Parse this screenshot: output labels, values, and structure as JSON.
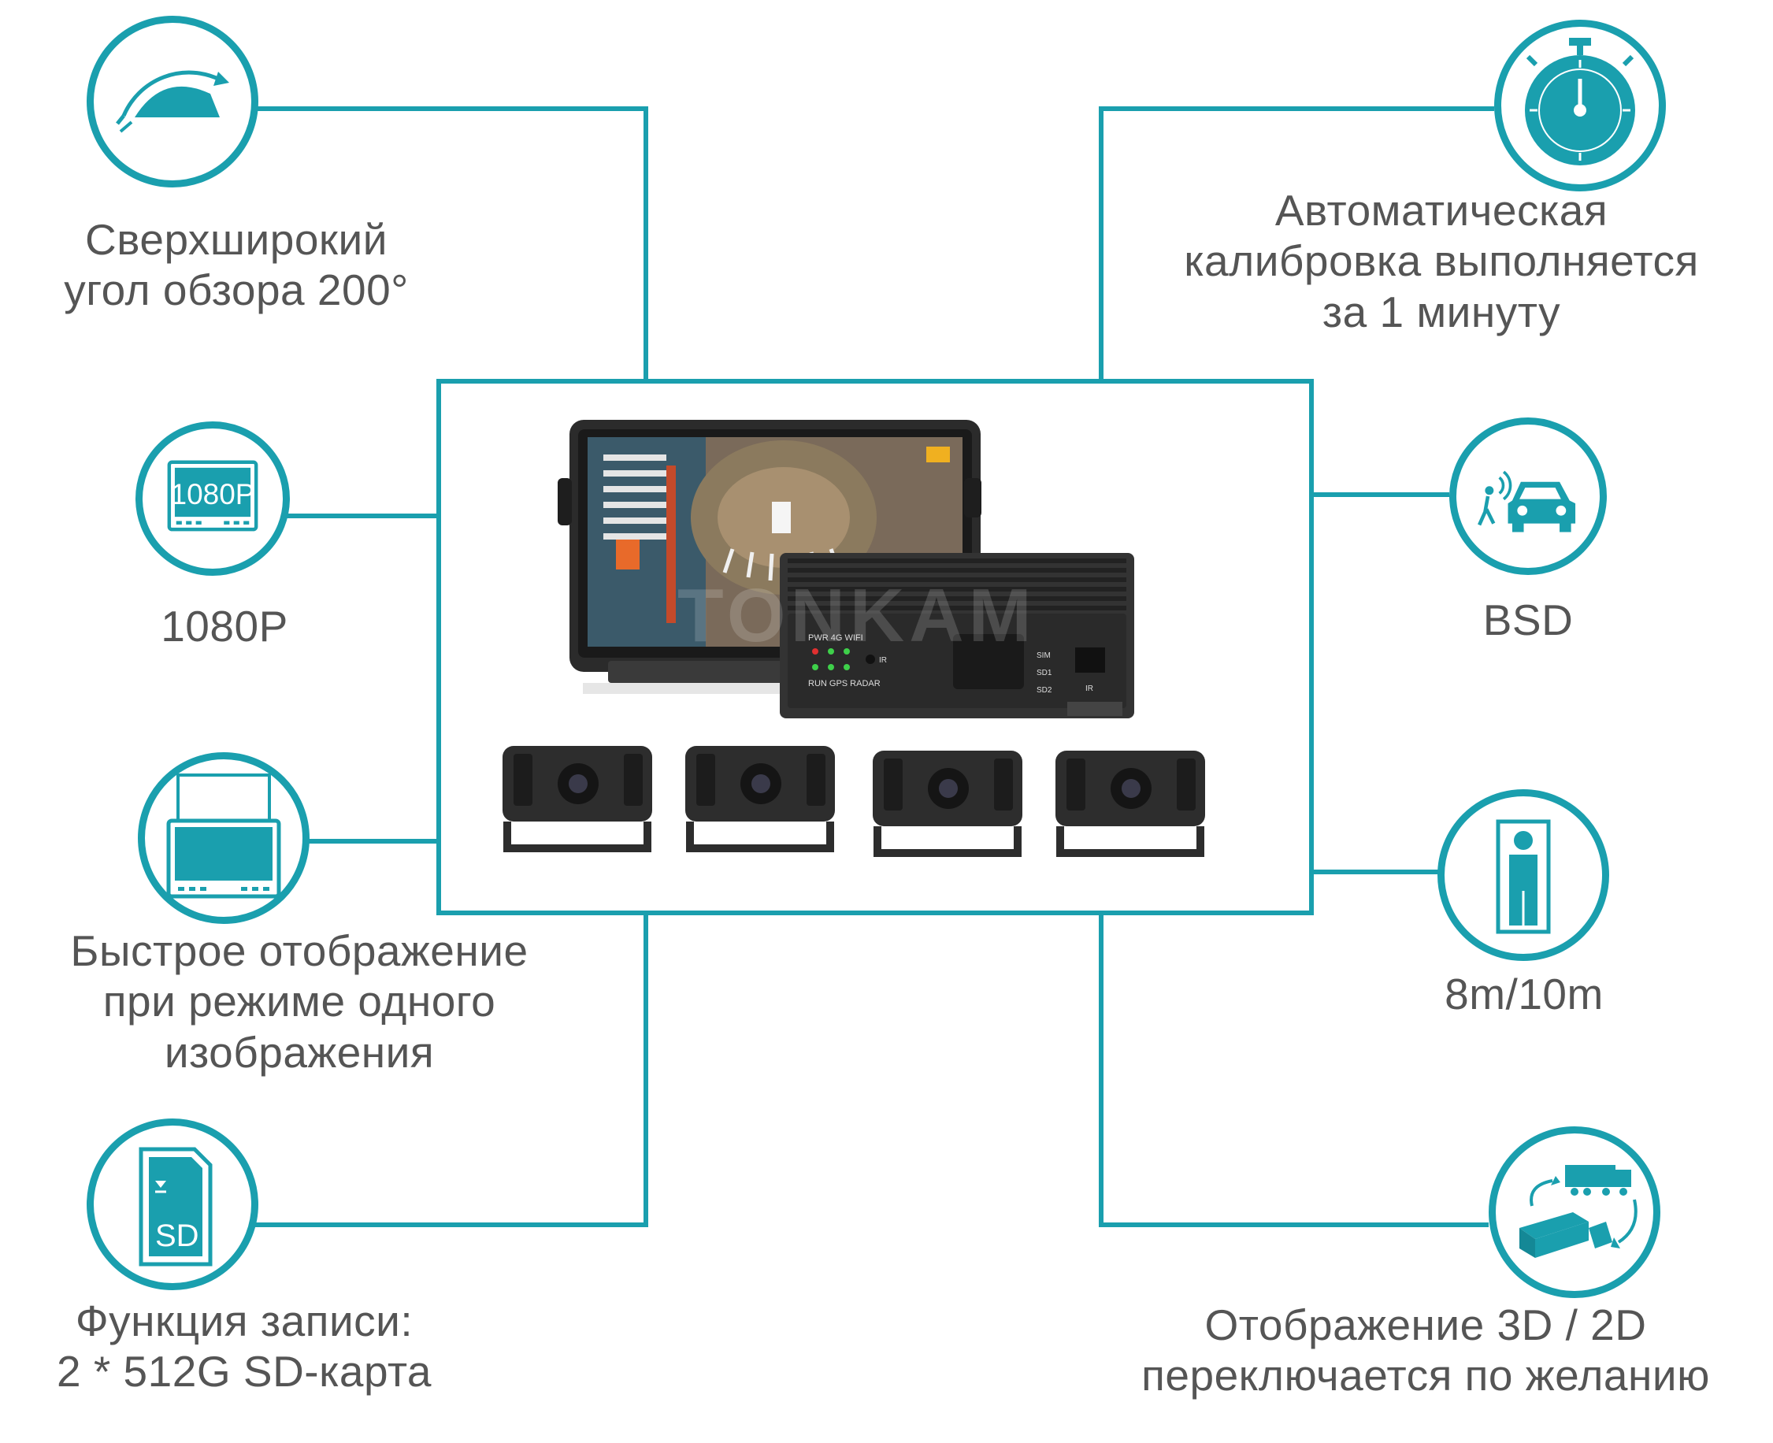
{
  "colors": {
    "accent": "#1a9fae",
    "text": "#555555"
  },
  "features": {
    "left": [
      {
        "icon": "wide-angle-icon",
        "lines": [
          "Сверхширокий",
          "угол обзора 200°"
        ]
      },
      {
        "icon": "resolution-1080p-icon",
        "icon_text": "1080P",
        "lines": [
          "1080P"
        ]
      },
      {
        "icon": "monitor-single-view-icon",
        "lines": [
          "Быстрое отображение",
          "при режиме одного",
          "изображения"
        ]
      },
      {
        "icon": "sd-card-icon",
        "icon_text": "SD",
        "lines": [
          "Функция записи:",
          "2 * 512G SD-карта"
        ]
      }
    ],
    "right": [
      {
        "icon": "stopwatch-icon",
        "lines": [
          "Автоматическая",
          "калибровка выполняется",
          "за 1 минуту"
        ]
      },
      {
        "icon": "car-pedestrian-sensor-icon",
        "lines": [
          "BSD"
        ]
      },
      {
        "icon": "pedestrian-warning-icon",
        "lines": [
          "8m/10m"
        ]
      },
      {
        "icon": "trucks-3d-2d-icon",
        "lines": [
          "Отображение 3D / 2D",
          "переключается по желанию"
        ]
      }
    ]
  },
  "product": {
    "watermark": "TONKAM",
    "dvr_labels": {
      "top_row": "PWR  4G  WIFI",
      "bottom_row": "RUN GPS RADAR",
      "ir_left": "IR",
      "sim": "SIM",
      "sd1": "SD1",
      "sd2": "SD2",
      "ir_right": "IR"
    }
  }
}
